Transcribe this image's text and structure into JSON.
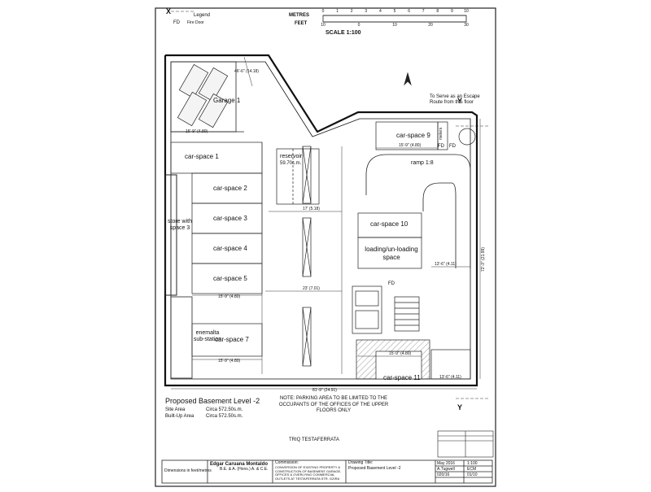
{
  "scale_bar": {
    "metres_label": "METRES",
    "feet_label": "FEET",
    "metres_ticks": [
      "0",
      "1",
      "2",
      "3",
      "4",
      "5",
      "6",
      "7",
      "8",
      "9",
      "10"
    ],
    "feet_ticks": [
      "10",
      "0",
      "10",
      "20",
      "30"
    ],
    "scale_text": "SCALE 1:100"
  },
  "legend": {
    "title": "Legend",
    "item_code": "FD",
    "item_desc": "Fire Door"
  },
  "section_marks": {
    "x": "X",
    "y": "Y"
  },
  "escape_note": "To Serve as an Escape Route from this floor",
  "rooms": {
    "garage": "Garage 1",
    "car1": "car-space 1",
    "car2": "car-space 2",
    "car3": "car-space 3",
    "car4": "car-space 4",
    "car5": "car-space 5",
    "car7": "car-space 7",
    "car9": "car-space 9",
    "car10": "car-space 10",
    "car11": "car-space 11",
    "store": "store with space 3",
    "reservoir": "reservoir",
    "reservoir_area": "59.70c.m.",
    "enemalta": "enemalta sub-station",
    "ramp": "ramp 1:8",
    "loading": "loading/un-loading space",
    "fd1": "FD",
    "fd2": "FD",
    "fd3": "FD",
    "meters": "meters"
  },
  "dimensions": {
    "d1": "13'-6\" (4.11)",
    "d2": "15'-9\" (4.80)",
    "d3": "23' (7.01)",
    "d4": "17' (5.18)",
    "d5": "15'-9\" (4.80)",
    "d6": "15'-9\" (4.80)",
    "d7": "81'-9\" (24.91)",
    "d8": "15'-9\" (4.80)",
    "d9": "13'-6\" (4.11)",
    "d10": "15'-9\" (4.80)",
    "d11": "72'-3\" (21.99)",
    "d12": "46'-6\" (14.18)"
  },
  "title_block": {
    "plan_title": "Proposed Basement Level -2",
    "site_area_label": "Site Area",
    "site_area_value": "Circa 572.50s.m.",
    "built_up_label": "Built-Up Area",
    "built_up_value": "Circa 572.50s.m.",
    "note": "NOTE: PARKING AREA TO BE LIMITED TO THE OCCUPANTS OF THE OFFICES OF THE UPPER FLOORS ONLY",
    "street": "TRIQ TESTAFERRATA",
    "dimensions_note": "Dimensions in feet/metres",
    "firm_name": "Edgar Caruana Montaldo",
    "firm_sub": "B.E. & A. (Hons.) A. & C.E.",
    "commission_label": "Commission:",
    "commission_text": "CONVERSION OF EXISTING PROPERTY & CONSTRUCTION OF BASEMENT GARAGE, OFFICES & OVERLYING COMMERCIAL OUTLETS AT TESTAFERRATA STR. GZIRA",
    "drawing_title_label": "Drawing Title:",
    "drawing_title": "Proposed Basement Level -2",
    "date": "May 2016",
    "scale": "1:100",
    "drawn_by": "A.Tugwell",
    "checked": "ECM",
    "job_no": "020/16",
    "drg_no": "01/10"
  }
}
